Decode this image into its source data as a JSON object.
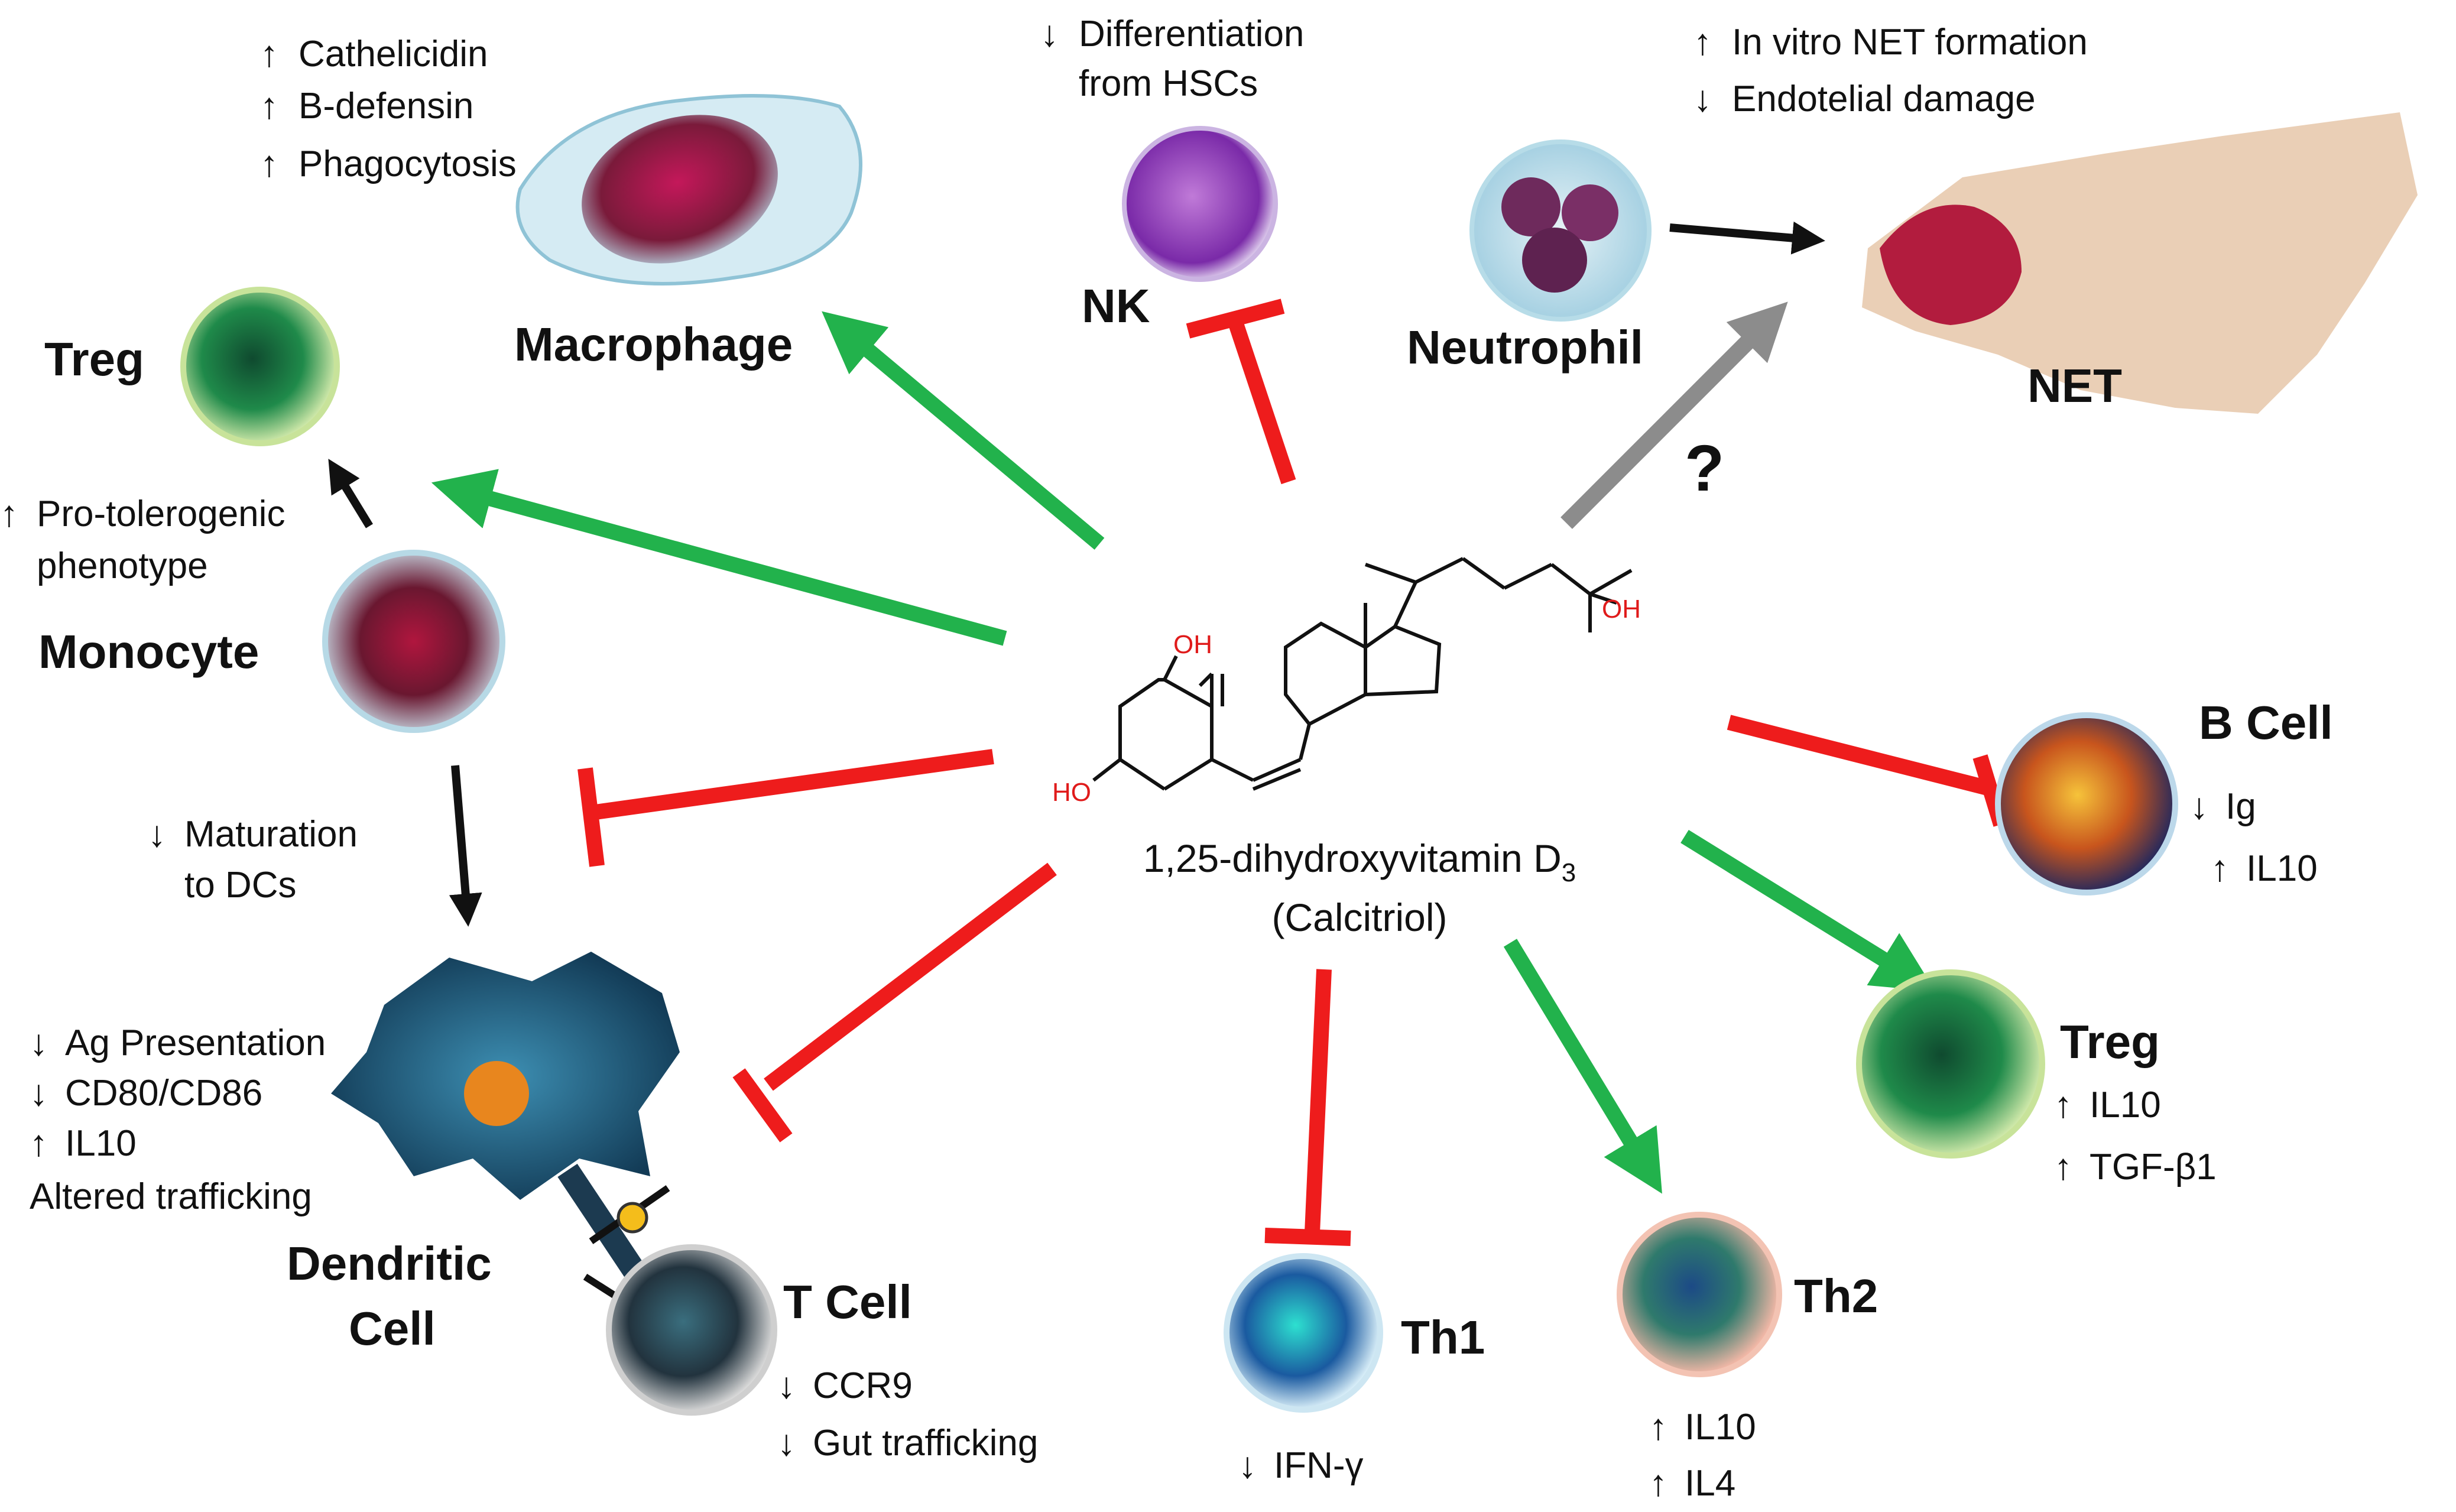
{
  "center": {
    "name_line1": "1,25-dihydroxyvitamin D",
    "name_subscript": "3",
    "name_line2": "(Calcitriol)",
    "oh_top": "OH",
    "oh_right": "OH",
    "ho_left": "HO"
  },
  "cells": {
    "macrophage": {
      "name": "Macrophage",
      "effects": [
        "Cathelicidin",
        "B-defensin",
        "Phagocytosis"
      ]
    },
    "nk": {
      "name": "NK",
      "effects": [
        "Differentiation",
        "from HSCs"
      ]
    },
    "neutrophil": {
      "name": "Neutrophil",
      "effects": [
        "In vitro NET formation",
        "Endotelial damage"
      ]
    },
    "net": {
      "name": "NET"
    },
    "question": "?",
    "treg_top": {
      "name": "Treg",
      "effects": [
        "Pro-tolerogenic",
        "phenotype"
      ]
    },
    "monocyte": {
      "name": "Monocyte",
      "effects": [
        "Maturation",
        "to DCs"
      ]
    },
    "dendritic": {
      "name_line1": "Dendritic",
      "name_line2": "Cell",
      "effects": [
        "Ag Presentation",
        "CD80/CD86",
        "IL10",
        "Altered trafficking"
      ]
    },
    "tcell": {
      "name": "T Cell",
      "effects": [
        "CCR9",
        "Gut trafficking"
      ]
    },
    "th1": {
      "name": "Th1",
      "effects": [
        "IFN-γ"
      ]
    },
    "th2": {
      "name": "Th2",
      "effects": [
        "IL10",
        "IL4"
      ]
    },
    "bcell": {
      "name": "B Cell",
      "effects": [
        "Ig",
        "IL10"
      ]
    },
    "treg_right": {
      "name": "Treg",
      "effects": [
        "IL10",
        "TGF-β1"
      ]
    }
  },
  "colors": {
    "promote": "#22b24c",
    "inhibit": "#ee1c1c",
    "neutral": "#111111",
    "unknown": "#8c8c8c"
  },
  "icons": [
    "up-arrow-icon",
    "down-arrow-icon"
  ]
}
